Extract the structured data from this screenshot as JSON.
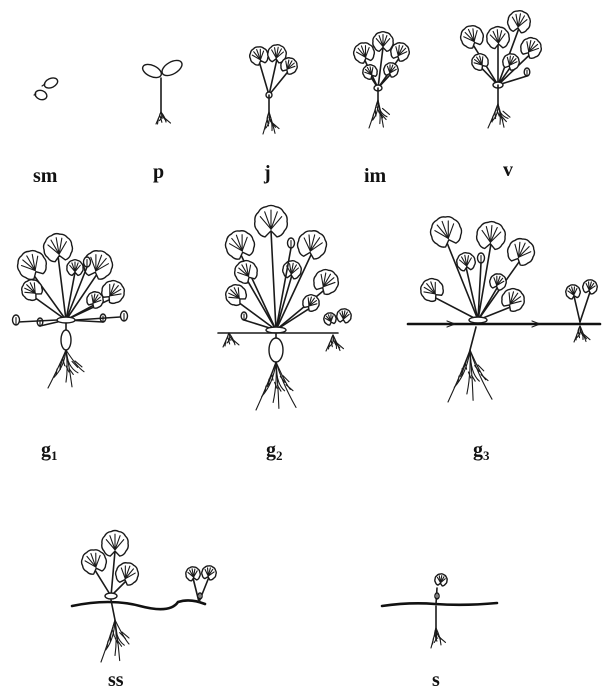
{
  "stages": [
    {
      "id": "sm",
      "label": "sm",
      "sub": ""
    },
    {
      "id": "p",
      "label": "p",
      "sub": ""
    },
    {
      "id": "j",
      "label": "j",
      "sub": ""
    },
    {
      "id": "im",
      "label": "im",
      "sub": ""
    },
    {
      "id": "v",
      "label": "v",
      "sub": ""
    },
    {
      "id": "g1",
      "label": "g",
      "sub": "1"
    },
    {
      "id": "g2",
      "label": "g",
      "sub": "2"
    },
    {
      "id": "g3",
      "label": "g",
      "sub": "3"
    },
    {
      "id": "ss",
      "label": "ss",
      "sub": ""
    },
    {
      "id": "s",
      "label": "s",
      "sub": ""
    }
  ]
}
